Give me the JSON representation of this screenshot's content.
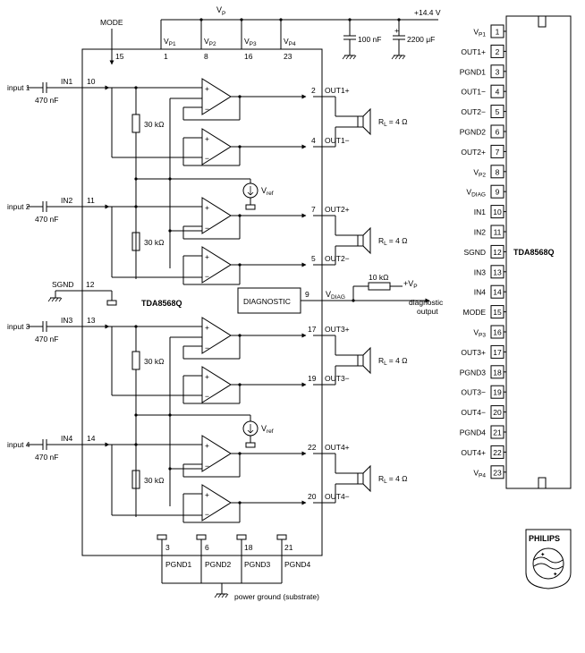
{
  "supply": {
    "vp_main": "V",
    "vp_main_sub": "P",
    "voltage": "+14.4 V",
    "cap1": "100 nF",
    "cap2": "2200 μF"
  },
  "mode": {
    "label": "MODE",
    "pin": "15"
  },
  "vp_pins": [
    {
      "label": "V",
      "sub": "P1",
      "pin": "1"
    },
    {
      "label": "V",
      "sub": "P2",
      "pin": "8"
    },
    {
      "label": "V",
      "sub": "P3",
      "pin": "16"
    },
    {
      "label": "V",
      "sub": "P4",
      "pin": "23"
    }
  ],
  "inputs": [
    {
      "label": "input 1",
      "cap": "470 nF",
      "in": "IN1",
      "pin": "10"
    },
    {
      "label": "input 2",
      "cap": "470 nF",
      "in": "IN2",
      "pin": "11"
    },
    {
      "label": "input 3",
      "cap": "470 nF",
      "in": "IN3",
      "pin": "13"
    },
    {
      "label": "input 4",
      "cap": "470 nF",
      "in": "IN4",
      "pin": "14"
    }
  ],
  "resistors": [
    "30 kΩ",
    "30 kΩ",
    "30 kΩ",
    "30 kΩ"
  ],
  "outputs": [
    {
      "pin": "2",
      "label": "OUT1+"
    },
    {
      "pin": "4",
      "label": "OUT1−"
    },
    {
      "pin": "7",
      "label": "OUT2+"
    },
    {
      "pin": "5",
      "label": "OUT2−"
    },
    {
      "pin": "17",
      "label": "OUT3+"
    },
    {
      "pin": "19",
      "label": "OUT3−"
    },
    {
      "pin": "22",
      "label": "OUT4+"
    },
    {
      "pin": "20",
      "label": "OUT4−"
    }
  ],
  "loads": [
    {
      "r": "R",
      "sub": "L",
      "val": "= 4 Ω"
    },
    {
      "r": "R",
      "sub": "L",
      "val": "= 4 Ω"
    },
    {
      "r": "R",
      "sub": "L",
      "val": "= 4 Ω"
    },
    {
      "r": "R",
      "sub": "L",
      "val": "= 4 Ω"
    }
  ],
  "vref": [
    {
      "label": "V",
      "sub": "ref"
    },
    {
      "label": "V",
      "sub": "ref"
    }
  ],
  "sgnd": {
    "label": "SGND",
    "pin": "12"
  },
  "chip_name": "TDA8568Q",
  "diagnostic": {
    "box": "DIAGNOSTIC",
    "pin": "9",
    "label": "V",
    "sub": "DIAG",
    "res": "10 kΩ",
    "vp": "+V",
    "vp_sub": "P",
    "out": "diagnostic",
    "out2": "output"
  },
  "pgnd_pins": [
    {
      "pin": "3",
      "label": "PGND1"
    },
    {
      "pin": "6",
      "label": "PGND2"
    },
    {
      "pin": "18",
      "label": "PGND3"
    },
    {
      "pin": "21",
      "label": "PGND4"
    }
  ],
  "ground": "power ground (substrate)",
  "pinout": {
    "title": "TDA8568Q",
    "pins": [
      {
        "name": "V",
        "sub": "P1",
        "num": "1"
      },
      {
        "name": "OUT1+",
        "sub": "",
        "num": "2"
      },
      {
        "name": "PGND1",
        "sub": "",
        "num": "3"
      },
      {
        "name": "OUT1−",
        "sub": "",
        "num": "4"
      },
      {
        "name": "OUT2−",
        "sub": "",
        "num": "5"
      },
      {
        "name": "PGND2",
        "sub": "",
        "num": "6"
      },
      {
        "name": "OUT2+",
        "sub": "",
        "num": "7"
      },
      {
        "name": "V",
        "sub": "P2",
        "num": "8"
      },
      {
        "name": "V",
        "sub": "DIAG",
        "num": "9"
      },
      {
        "name": "IN1",
        "sub": "",
        "num": "10"
      },
      {
        "name": "IN2",
        "sub": "",
        "num": "11"
      },
      {
        "name": "SGND",
        "sub": "",
        "num": "12"
      },
      {
        "name": "IN3",
        "sub": "",
        "num": "13"
      },
      {
        "name": "IN4",
        "sub": "",
        "num": "14"
      },
      {
        "name": "MODE",
        "sub": "",
        "num": "15"
      },
      {
        "name": "V",
        "sub": "P3",
        "num": "16"
      },
      {
        "name": "OUT3+",
        "sub": "",
        "num": "17"
      },
      {
        "name": "PGND3",
        "sub": "",
        "num": "18"
      },
      {
        "name": "OUT3−",
        "sub": "",
        "num": "19"
      },
      {
        "name": "OUT4−",
        "sub": "",
        "num": "20"
      },
      {
        "name": "PGND4",
        "sub": "",
        "num": "21"
      },
      {
        "name": "OUT4+",
        "sub": "",
        "num": "22"
      },
      {
        "name": "V",
        "sub": "P4",
        "num": "23"
      }
    ]
  },
  "logo": {
    "text": "PHILIPS"
  }
}
